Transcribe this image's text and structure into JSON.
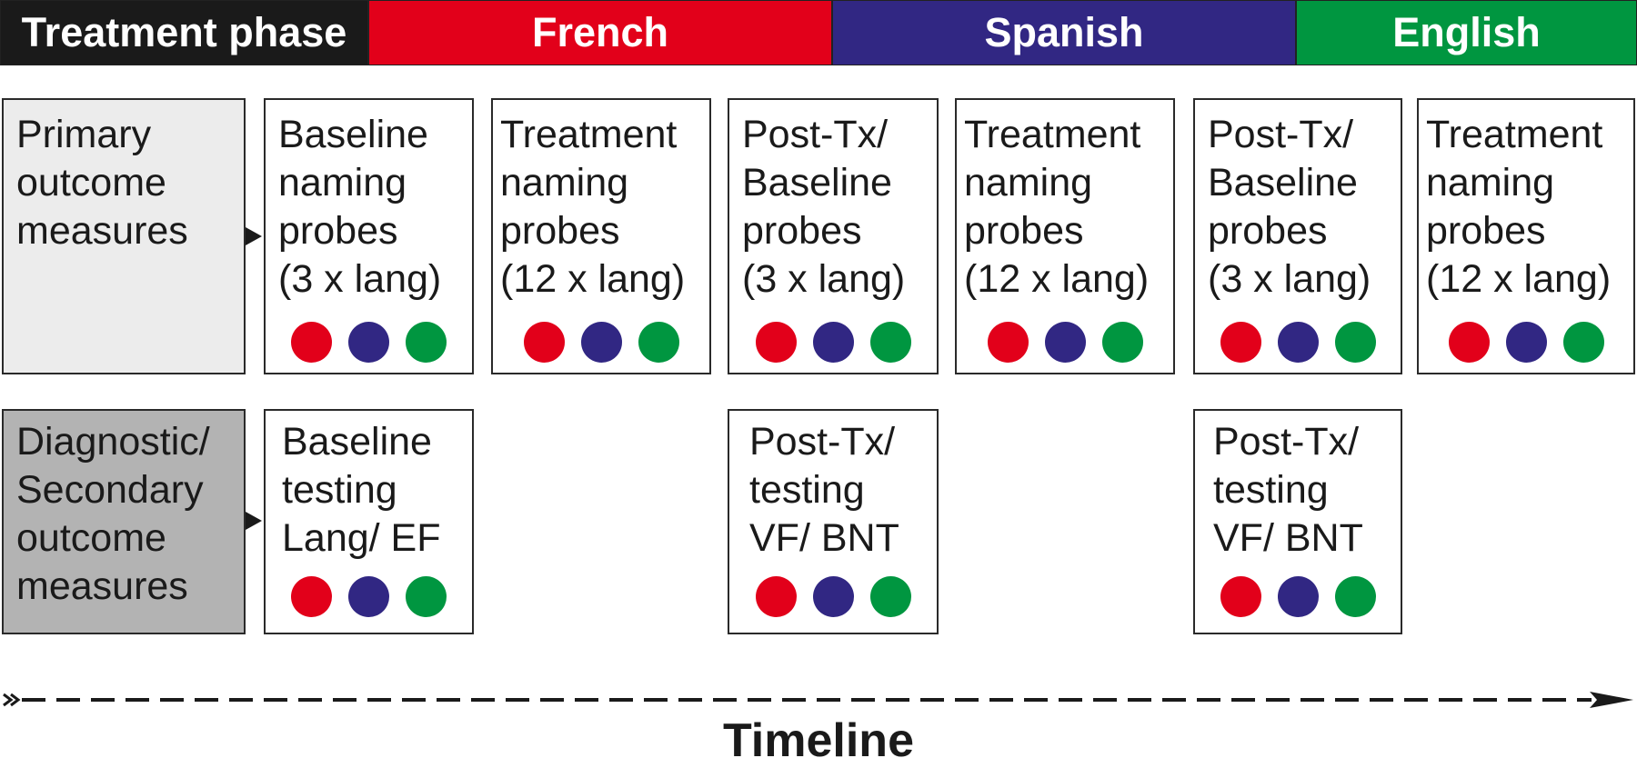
{
  "phase_header": {
    "label": "Treatment phase",
    "label_color": "#1a1a1a",
    "phases": [
      {
        "name": "French",
        "color": "#e2001a"
      },
      {
        "name": "Spanish",
        "color": "#312783"
      },
      {
        "name": "English",
        "color": "#009640"
      }
    ]
  },
  "rows": {
    "primary": {
      "label": "Primary\noutcome\nmeasures",
      "label_color": "#ececec",
      "boxes": [
        "Baseline\nnaming\nprobes\n(3 x lang)",
        "Treatment\nnaming\nprobes\n(12 x lang)",
        "Post-Tx/\nBaseline\nprobes\n(3 x lang)",
        "Treatment\nnaming\nprobes\n(12 x lang)",
        "Post-Tx/\nBaseline\nprobes\n(3 x lang)",
        "Treatment\nnaming\nprobes\n(12 x lang)"
      ]
    },
    "secondary": {
      "label": "Diagnostic/\nSecondary\noutcome\nmeasures",
      "label_color": "#b3b3b3",
      "boxes": [
        "Baseline\ntesting\nLang/ EF",
        "Post-Tx/\ntesting\nVF/ BNT",
        "Post-Tx/\ntesting\nVF/ BNT"
      ]
    }
  },
  "dot_colors": [
    "#e2001a",
    "#312783",
    "#009640"
  ],
  "timeline": {
    "label": "Timeline"
  }
}
